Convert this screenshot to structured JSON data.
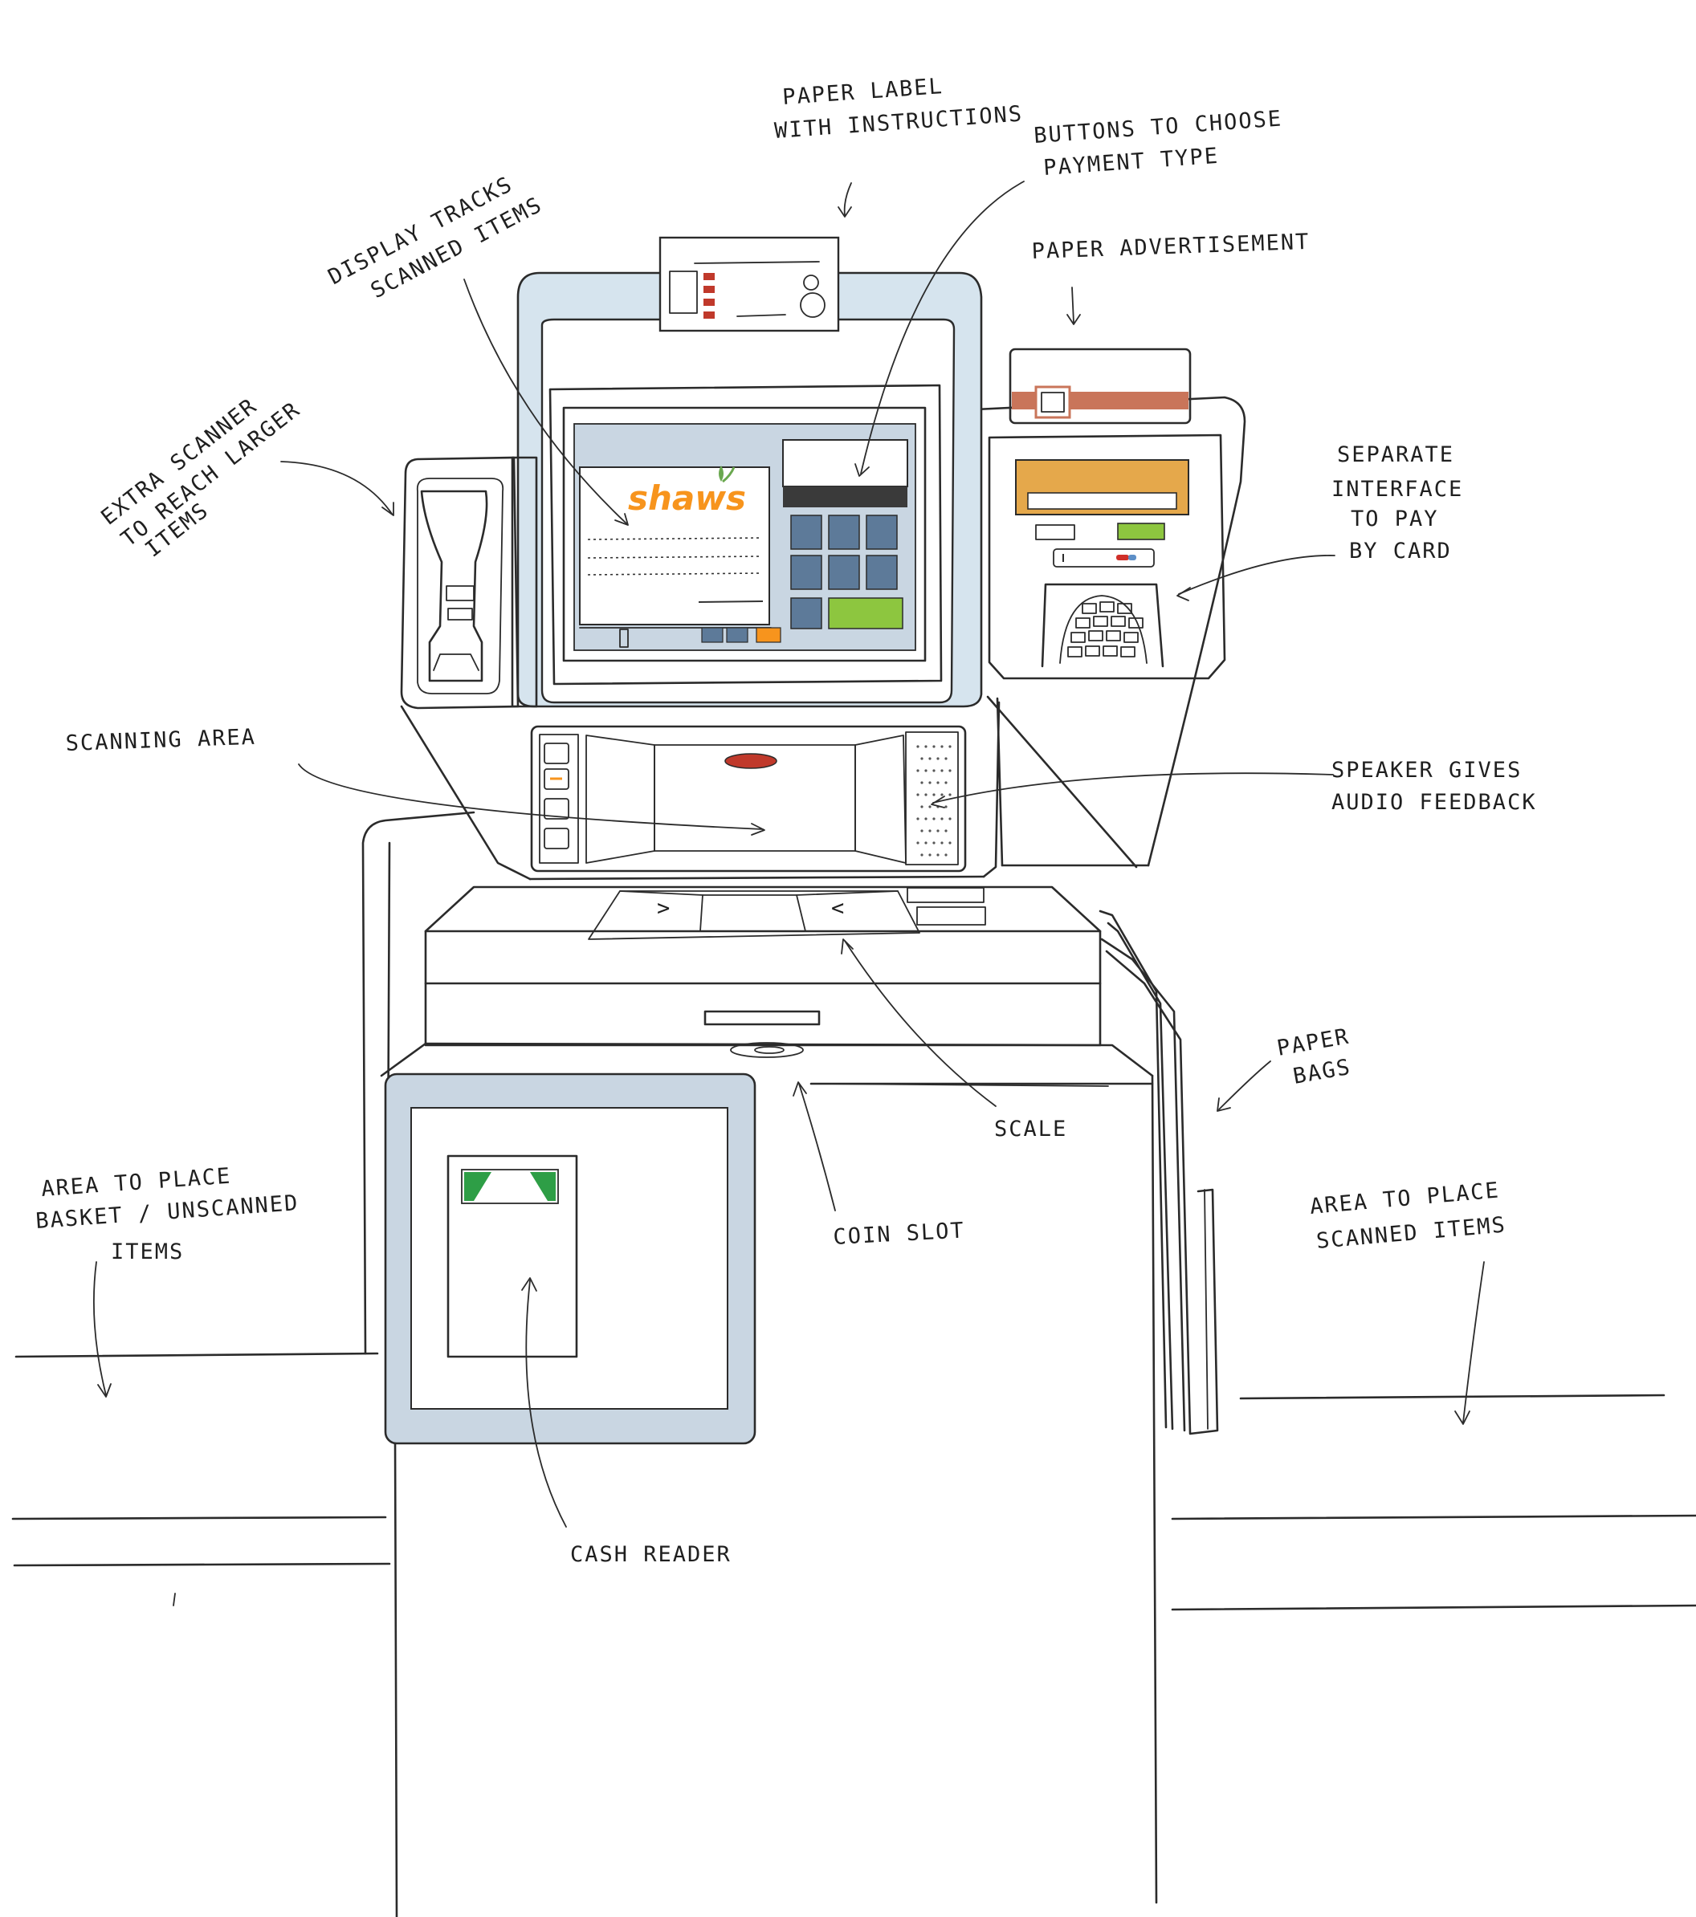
{
  "labels": {
    "paper_label_1": "PAPER LABEL",
    "paper_label_2": "WITH INSTRUCTIONS",
    "buttons_1": "BUTTONS TO CHOOSE",
    "buttons_2": "PAYMENT TYPE",
    "paper_ad": "PAPER ADVERTISEMENT",
    "display_1": "DISPLAY TRACKS",
    "display_2": "SCANNED ITEMS",
    "extra_1": "EXTRA SCANNER",
    "extra_2": "TO REACH LARGER",
    "extra_3": "ITEMS",
    "separate_1": "SEPARATE",
    "separate_2": "INTERFACE",
    "separate_3": "TO PAY",
    "separate_4": "BY CARD",
    "scanning": "SCANNING AREA",
    "speaker_1": "SPEAKER GIVES",
    "speaker_2": "AUDIO FEEDBACK",
    "bags_1": "PAPER",
    "bags_2": "BAGS",
    "scale": "SCALE",
    "coin": "COIN SLOT",
    "area_left_1": "AREA TO PLACE",
    "area_left_2": "BASKET / UNSCANNED",
    "area_left_3": "ITEMS",
    "area_right_1": "AREA TO PLACE",
    "area_right_2": "SCANNED ITEMS",
    "cash": "CASH READER"
  },
  "screen": {
    "logo": "shaws"
  },
  "colors": {
    "frame_blue": "#d6e4ee",
    "panel_blue": "#c9d6e2",
    "key_blue": "#5d7a99",
    "go_green": "#8dc63f",
    "logo_orange": "#f7941d",
    "card_orange": "#e5a84b",
    "ad_stripe": "#c9755a",
    "cash_green": "#2e9e46"
  }
}
